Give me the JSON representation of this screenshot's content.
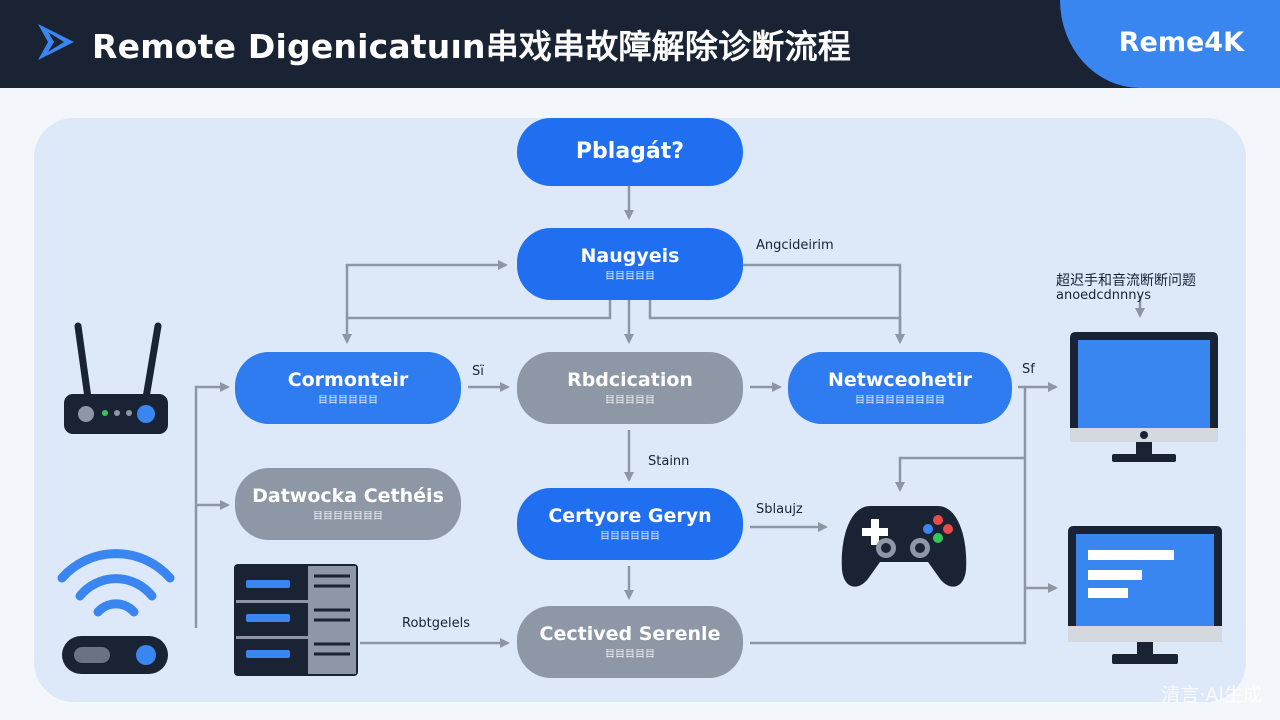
{
  "header": {
    "title": "Remote Digenicatuın串戏串故障解除诊断流程",
    "brand": "Reme4K"
  },
  "nodes": {
    "start": {
      "label": "Pblagát?"
    },
    "naugyeis": {
      "label": "Naugyeis",
      "sub": "目目目目目"
    },
    "cormonteir": {
      "label": "Cormonteir",
      "sub": "目目目目目目"
    },
    "rbdcication": {
      "label": "Rbdcication",
      "sub": "目目目目目"
    },
    "network": {
      "label": "Netwceohetir",
      "sub": "目目目目目目目目目"
    },
    "datwocka": {
      "label": "Datwocka Cethéis",
      "sub": "目目目目目目目"
    },
    "certyore": {
      "label": "Certyore Geryn",
      "sub": "目目目目目目"
    },
    "cectived": {
      "label": "Cectived Serenle",
      "sub": "目目目目目"
    }
  },
  "edge_labels": {
    "angoderim": "Angcideirim",
    "si": "Sı̈",
    "sf": "Sf",
    "stain": "Stainn",
    "sblaujz": "Sblaujz",
    "robtgeleis": "Robtgelels"
  },
  "side_note": {
    "line1": "超迟手和音流断断问题",
    "line2": "anoedcdnnnys"
  },
  "icons": [
    "router-icon",
    "wifi-router-icon",
    "server-rack-icon",
    "gamepad-icon",
    "monitor-icon",
    "monitor-list-icon",
    "play-logo-icon"
  ],
  "colors": {
    "header_bg": "#1a2334",
    "accent_blue": "#2f7bf0",
    "node_gray": "#8d97a6",
    "panel_bg": "#dde8f9",
    "connector": "#8e96a3"
  },
  "watermark": "清言·AI生成"
}
